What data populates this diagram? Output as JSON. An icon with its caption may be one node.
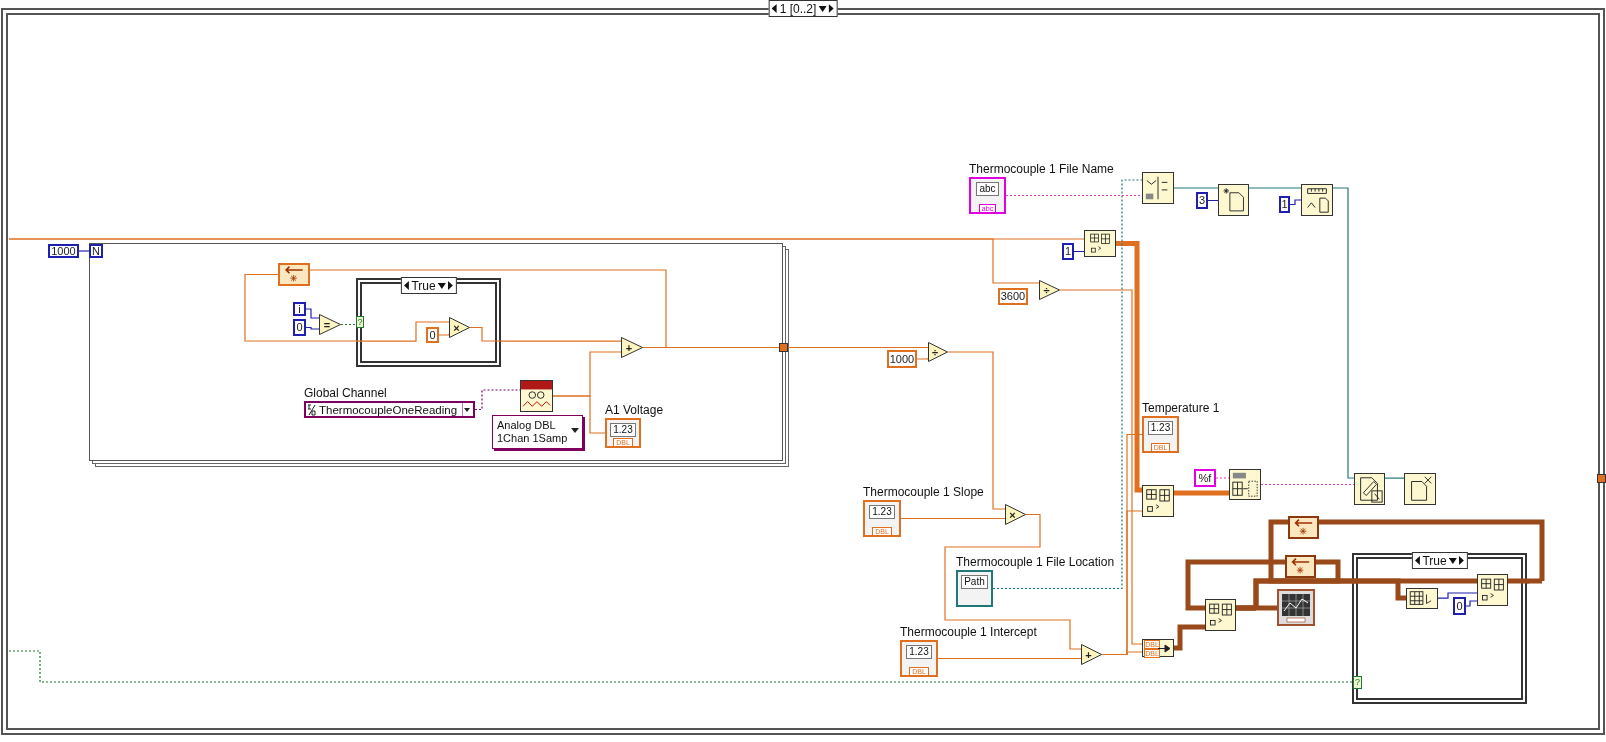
{
  "diagram": {
    "nodes": [
      {
        "text": [
          "1 [0..2]"
        ]
      },
      {
        "text": [],
        "shape": "box",
        "in": 0
      },
      {
        "text": [
          "1000"
        ],
        "in": 0
      },
      {
        "text": [
          "N"
        ],
        "in": 1
      },
      {
        "text": [],
        "shape": "box",
        "in": 1
      },
      {
        "text": [
          "True"
        ],
        "in": 1
      },
      {
        "text": [
          "i"
        ],
        "in": 1
      },
      {
        "text": [
          "0"
        ],
        "in": 1
      },
      {
        "text": [
          "="
        ],
        "in": 1
      },
      {
        "text": [
          "0"
        ],
        "in": 5
      },
      {
        "text": [
          "×"
        ],
        "in": 5
      },
      {
        "text": [
          "+"
        ],
        "in": 1
      },
      {
        "text": [
          "Global Channel",
          "ThermocoupleOneReading"
        ],
        "in": 1
      },
      {
        "text": [],
        "shape": "box",
        "in": 1
      },
      {
        "text": [
          "Analog DBL 1Chan 1Samp"
        ],
        "in": 1
      },
      {
        "text": [
          "A1 Voltage",
          "1.23",
          "DBL"
        ],
        "in": 1
      },
      {
        "text": [
          "1000"
        ],
        "in": 0
      },
      {
        "text": [
          "÷"
        ],
        "in": 0
      },
      {
        "text": [
          "3600"
        ],
        "in": 0
      },
      {
        "text": [
          "÷"
        ],
        "in": 0
      },
      {
        "text": [
          "1"
        ],
        "in": 0
      },
      {
        "text": [],
        "shape": "box",
        "in": 0
      },
      {
        "text": [
          "Thermocouple 1 File Name",
          "abc",
          "abc"
        ],
        "in": 0
      },
      {
        "text": [],
        "shape": "box",
        "in": 0
      },
      {
        "text": [
          "3"
        ],
        "in": 0
      },
      {
        "text": [],
        "shape": "box",
        "in": 0
      },
      {
        "text": [
          "1"
        ],
        "in": 0
      },
      {
        "text": [],
        "shape": "box",
        "in": 0
      },
      {
        "text": [
          "Temperature 1",
          "1.23",
          "DBL"
        ],
        "in": 0
      },
      {
        "text": [
          "%f"
        ],
        "in": 0
      },
      {
        "text": [],
        "shape": "box",
        "in": 0
      },
      {
        "text": [],
        "shape": "box",
        "in": 0
      },
      {
        "text": [],
        "shape": "box",
        "in": 0
      },
      {
        "text": [],
        "shape": "box",
        "in": 0
      },
      {
        "text": [],
        "shape": "box",
        "in": 0
      },
      {
        "text": [],
        "shape": "box",
        "in": 0
      },
      {
        "text": [],
        "shape": "box",
        "in": 0
      },
      {
        "text": [],
        "shape": "box",
        "in": 0
      },
      {
        "text": [
          "DBL",
          "DBL"
        ],
        "in": 0
      },
      {
        "text": [
          "True"
        ],
        "in": 0
      },
      {
        "text": [],
        "shape": "box",
        "in": 39
      },
      {
        "text": [
          "0"
        ],
        "in": 39
      },
      {
        "text": [],
        "shape": "box",
        "in": 39
      },
      {
        "text": [
          "Thermocouple 1 Slope",
          "1.23",
          "DBL"
        ],
        "in": 0
      },
      {
        "text": [
          "×"
        ],
        "in": 0
      },
      {
        "text": [
          "Thermocouple 1 File Location",
          "Path"
        ],
        "in": 0
      },
      {
        "text": [
          "Thermocouple 1 Intercept",
          "1.23",
          "DBL"
        ],
        "in": 0
      },
      {
        "text": [
          "+"
        ],
        "in": 0
      }
    ],
    "edges": [
      {
        "from": null,
        "to": 21,
        "arrow": "none"
      },
      {
        "from": null,
        "to": 19,
        "arrow": "none"
      },
      {
        "from": 2,
        "to": 3,
        "arrow": "none",
        "color": "#2020b0"
      },
      {
        "from": 6,
        "to": 8,
        "arrow": "none",
        "color": "#2020b0"
      },
      {
        "from": 7,
        "to": 8,
        "arrow": "none",
        "color": "#2020b0"
      },
      {
        "from": 8,
        "to": 5,
        "arrow": "none",
        "style": "dashed",
        "color": "#1f7a2f"
      },
      {
        "from": 4,
        "to": 5,
        "arrow": "none"
      },
      {
        "from": 5,
        "to": 10,
        "arrow": "none"
      },
      {
        "from": 9,
        "to": 10,
        "arrow": "none"
      },
      {
        "from": 10,
        "to": 5,
        "arrow": "none"
      },
      {
        "from": 5,
        "to": 11,
        "arrow": "none"
      },
      {
        "from": 11,
        "to": 4,
        "arrow": "none"
      },
      {
        "from": 12,
        "to": 13,
        "arrow": "none",
        "style": "dashed",
        "color": "#800080"
      },
      {
        "from": 13,
        "to": 11,
        "arrow": "none"
      },
      {
        "from": 13,
        "to": 15,
        "arrow": "none"
      },
      {
        "from": 11,
        "to": 17,
        "arrow": "none"
      },
      {
        "from": 16,
        "to": 17,
        "arrow": "none"
      },
      {
        "from": 17,
        "to": 44,
        "arrow": "none"
      },
      {
        "from": 43,
        "to": 44,
        "arrow": "none"
      },
      {
        "from": 44,
        "to": 47,
        "arrow": "none"
      },
      {
        "from": 46,
        "to": 47,
        "arrow": "none"
      },
      {
        "from": 47,
        "to": 38,
        "arrow": "none"
      },
      {
        "from": 47,
        "to": 28,
        "arrow": "none"
      },
      {
        "from": 47,
        "to": 31,
        "arrow": "none"
      },
      {
        "from": 19,
        "to": 38,
        "arrow": "none"
      },
      {
        "from": 20,
        "to": 21,
        "arrow": "none",
        "color": "#2020b0"
      },
      {
        "from": 21,
        "to": 31,
        "arrow": "none",
        "style": "thick"
      },
      {
        "from": 31,
        "to": 30,
        "arrow": "none",
        "style": "thick"
      },
      {
        "from": 29,
        "to": 30,
        "arrow": "none",
        "style": "dashed",
        "color": "#e040c0"
      },
      {
        "from": 30,
        "to": 32,
        "arrow": "none",
        "style": "dashed",
        "color": "#e040c0"
      },
      {
        "from": 22,
        "to": 23,
        "arrow": "none",
        "style": "dashed",
        "color": "#e040c0"
      },
      {
        "from": 45,
        "to": 23,
        "arrow": "none",
        "style": "dashed",
        "color": "#207878"
      },
      {
        "from": 23,
        "to": 25,
        "arrow": "none",
        "color": "#207878"
      },
      {
        "from": 24,
        "to": 25,
        "arrow": "none",
        "color": "#2020b0"
      },
      {
        "from": 25,
        "to": 27,
        "arrow": "none",
        "color": "#207878"
      },
      {
        "from": 26,
        "to": 27,
        "arrow": "none",
        "color": "#2020b0"
      },
      {
        "from": 27,
        "to": 32,
        "arrow": "none",
        "color": "#207878"
      },
      {
        "from": 32,
        "to": 33,
        "arrow": "none",
        "color": "#207878"
      },
      {
        "from": 38,
        "to": 36,
        "arrow": "none",
        "style": "thick",
        "color": "#9a4a1a"
      },
      {
        "from": 35,
        "to": 36,
        "arrow": "none",
        "style": "thick",
        "color": "#9a4a1a"
      },
      {
        "from": 36,
        "to": 37,
        "arrow": "none",
        "style": "thick",
        "color": "#9a4a1a"
      },
      {
        "from": 36,
        "to": 35,
        "arrow": "none",
        "style": "thick",
        "color": "#9a4a1a"
      },
      {
        "from": 36,
        "to": 39,
        "arrow": "none",
        "style": "thick",
        "color": "#9a4a1a"
      },
      {
        "from": 39,
        "to": 34,
        "arrow": "none",
        "style": "thick",
        "color": "#9a4a1a"
      },
      {
        "from": 34,
        "to": 39,
        "arrow": "none",
        "style": "thick",
        "color": "#9a4a1a"
      },
      {
        "from": 39,
        "to": 40,
        "arrow": "none",
        "style": "thick",
        "color": "#9a4a1a"
      },
      {
        "from": 40,
        "to": 42,
        "arrow": "none",
        "color": "#2020b0"
      },
      {
        "from": 41,
        "to": 42,
        "arrow": "none",
        "color": "#2020b0"
      },
      {
        "from": 39,
        "to": 42,
        "arrow": "none",
        "style": "thick",
        "color": "#9a4a1a"
      },
      {
        "from": 42,
        "to": 39,
        "arrow": "none",
        "style": "thick",
        "color": "#9a4a1a"
      },
      {
        "from": null,
        "to": 39,
        "arrow": "none",
        "style": "dashed",
        "color": "#1f7a2f"
      }
    ],
    "labels": [
      "?",
      "?"
    ]
  }
}
